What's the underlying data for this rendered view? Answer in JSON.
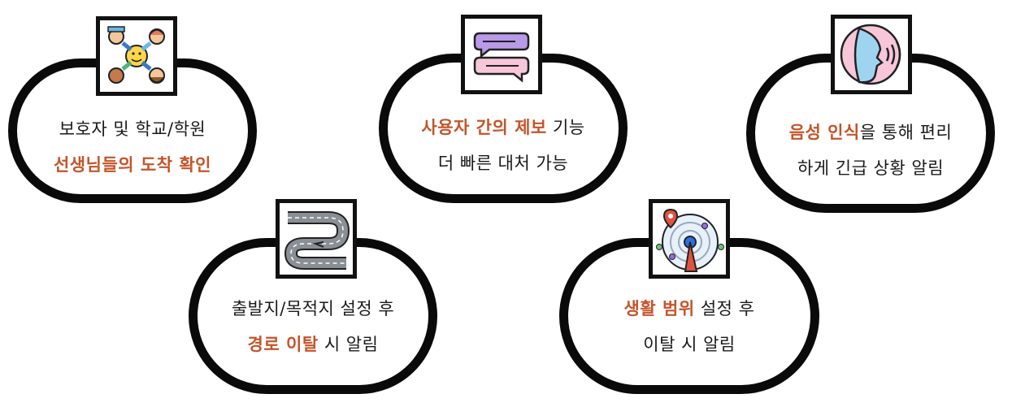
{
  "colors": {
    "accent": "#c4552a",
    "border": "#0a0a0a",
    "text": "#1a1a1a"
  },
  "cards": [
    {
      "icon": "people-icon",
      "line1": "보호자 및 학교/학원",
      "line2_accent": "선생님들의 도착 확인",
      "line2_rest": ""
    },
    {
      "icon": "chat-bubbles-icon",
      "line1_accent": "사용자 간의 제보",
      "line1_rest": " 기능",
      "line2": "더 빠른 대처 가능"
    },
    {
      "icon": "voice-recognition-icon",
      "line1_accent": "음성 인식",
      "line1_rest": "을 통해 편리",
      "line2": "하게 긴급 상황 알림"
    },
    {
      "icon": "winding-road-icon",
      "line1": "출발지/목적지 설정 후",
      "line2_accent": "경로 이탈",
      "line2_rest": " 시 알림"
    },
    {
      "icon": "radar-location-icon",
      "line1_accent": "생활 범위",
      "line1_rest": " 설정 후",
      "line2": "이탈 시 알림"
    }
  ]
}
